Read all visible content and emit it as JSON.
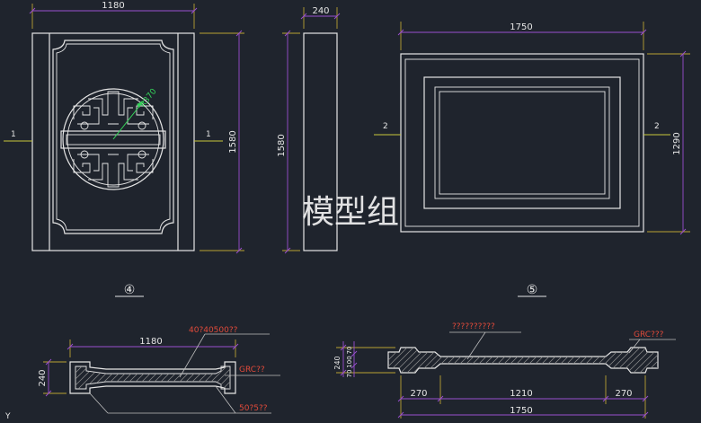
{
  "elevation_4": {
    "width_dim": "1180",
    "height_dim": "1580",
    "radius_label": "R370",
    "section_mark": "1"
  },
  "side_view": {
    "thickness_dim": "240",
    "height_dim": "1580"
  },
  "elevation_5": {
    "width_dim": "1750",
    "height_dim": "1290",
    "section_mark": "2"
  },
  "detail_labels": {
    "number_4": "④",
    "number_5": "⑤"
  },
  "section_1": {
    "width_dim": "1180",
    "height_dim": "240",
    "note_top": "40?40500??",
    "note_material": "GRC??",
    "note_bottom": "50?5??"
  },
  "section_2": {
    "dim_total": "1750",
    "dim_left": "270",
    "dim_mid": "1210",
    "dim_right": "270",
    "dim_v1": "240",
    "dim_v2": "70",
    "dim_v3": "100",
    "dim_v4": "70",
    "note_top": "??????????",
    "note_material": "GRC???"
  },
  "watermark": "模型组",
  "ucs_axis": "Y"
}
